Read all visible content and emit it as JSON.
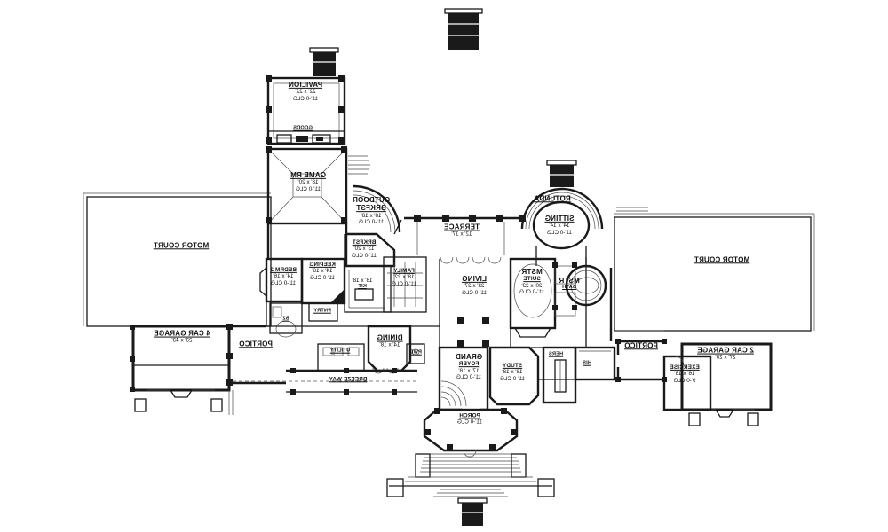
{
  "drawing": {
    "type": "mirrored architectural floor plan",
    "ink_color": "#1a1a1a",
    "paper_color": "#ffffff"
  },
  "rooms": {
    "pavilion": {
      "name": "PAVILION",
      "dims": "22' x 22'",
      "clg": "11'-0 CLG"
    },
    "goods": {
      "name": "GOODS"
    },
    "game_rm": {
      "name": "GAME RM",
      "dims": "18' x 20'",
      "clg": "11'-0 CLG"
    },
    "outdoor_brkfst": {
      "name": "OUTDOOR",
      "name2": "BRKFST",
      "dims": "18' x 18'",
      "clg": "11'-0 CLG"
    },
    "terrace": {
      "name": "TERRACE",
      "dims": "12' x 17'"
    },
    "rotunda": {
      "name": "ROTUNDA"
    },
    "sitting": {
      "name": "SITTING",
      "dims": "14' x 14'",
      "clg": "11'-0 CLG"
    },
    "motor_court_left": {
      "name": "MOTOR COURT"
    },
    "motor_court_right": {
      "name": "MOTOR COURT"
    },
    "garage_4car": {
      "name": "4 CAR GARAGE",
      "dims": "23' x 43'"
    },
    "portico_left": {
      "name": "PORTICO"
    },
    "portico_right": {
      "name": "PORTICO"
    },
    "bedrm2": {
      "name": "BEDRM 2",
      "dims": "14' x 16'",
      "clg": "11'-0 CLG"
    },
    "b2": {
      "name": "B2"
    },
    "keeping": {
      "name": "KEEPING",
      "dims": "14' x 16'",
      "clg": "11'-0 CLG"
    },
    "pntry": {
      "name": "PNTRY"
    },
    "brkfst": {
      "name": "BRKFST",
      "dims": "13' x 20'",
      "clg": "11'-0 CLG"
    },
    "kitchen": {
      "name": "KIT",
      "dims": "18' x 18'"
    },
    "family": {
      "name": "FAMILY",
      "dims": "18' x 22'",
      "clg": "11'-0 CLG"
    },
    "living": {
      "name": "LIVING",
      "dims": "22' x 27'",
      "clg": "11'-0 CLG"
    },
    "mstr_suite": {
      "name": "MSTR",
      "name2": "SUITE",
      "dims": "20' x 22'",
      "clg": "11'-0 CLG"
    },
    "mstr_bath": {
      "name": "MSTR",
      "name2": "BATH"
    },
    "dining": {
      "name": "DINING",
      "dims": "14' x 18'"
    },
    "utility": {
      "name": "UTILITY"
    },
    "pwd": {
      "name": "PWD"
    },
    "breeze_way": {
      "name": "BREEZE WAY"
    },
    "grand_foyer": {
      "name": "GRAND",
      "name2": "FOYER",
      "dims": "17' x 18'",
      "clg": "11'-0 CLG"
    },
    "study": {
      "name": "STUDY",
      "dims": "18' x 18'",
      "clg": "11'-0 CLG"
    },
    "hers": {
      "name": "HERS"
    },
    "his": {
      "name": "HIS"
    },
    "exercise": {
      "name": "EXERCISE",
      "dims": "16' x 16'",
      "clg": "9'-0 CLG"
    },
    "garage_2car": {
      "name": "2 CAR GARAGE",
      "dims": "27' x 28'"
    },
    "porch": {
      "name": "PORCH",
      "clg": "11'-0 CLG"
    }
  }
}
